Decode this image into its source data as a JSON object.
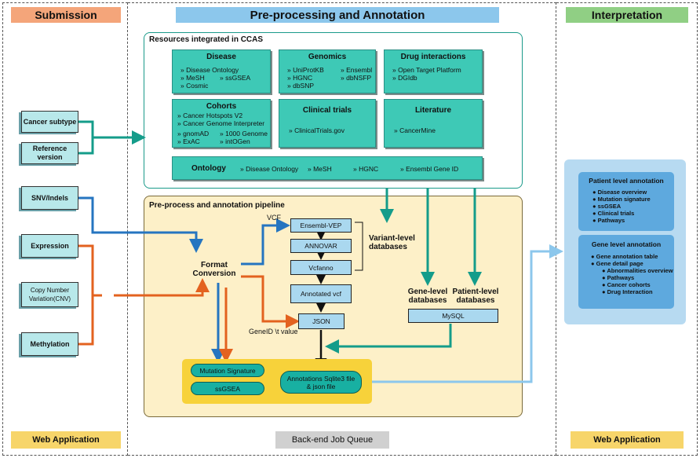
{
  "headers": {
    "submission": "Submission",
    "preprocessing": "Pre-processing and Annotation",
    "interpretation": "Interpretation"
  },
  "footers": {
    "web_app_left": "Web Application",
    "backend": "Back-end Job Queue",
    "web_app_right": "Web Application"
  },
  "inputs": {
    "cancer_subtype": "Cancer subtype",
    "reference_version": "Reference version",
    "snv_indels": "SNV/Indels",
    "expression": "Expression",
    "cnv": "Copy Number Variation(CNV)",
    "methylation": "Methylation"
  },
  "resources": {
    "title": "Resources integrated in CCAS",
    "disease": {
      "title": "Disease",
      "items": [
        "Disease Ontology",
        "MeSH",
        "ssGSEA",
        "Cosmic"
      ]
    },
    "genomics": {
      "title": "Genomics",
      "items": [
        "UniProtKB",
        "Ensembl",
        "HGNC",
        "dbNSFP",
        "dbSNP"
      ]
    },
    "drug": {
      "title": "Drug interactions",
      "items": [
        "Open Target Platform",
        "DGIdb"
      ]
    },
    "cohorts": {
      "title": "Cohorts",
      "items": [
        "Cancer Hotspots V2",
        "Cancer Genome Interpreter",
        "gnomAD",
        "1000 Genome",
        "ExAC",
        "intOGen"
      ]
    },
    "clinical": {
      "title": "Clinical trials",
      "items": [
        "ClinicalTrials.gov"
      ]
    },
    "literature": {
      "title": "Literature",
      "items": [
        "CancerMine"
      ]
    },
    "ontology": {
      "title": "Ontology",
      "items": [
        "Disease Ontology",
        "MeSH",
        "HGNC",
        "Ensembl Gene ID"
      ]
    }
  },
  "pipeline": {
    "title": "Pre-process and annotation pipeline",
    "vcf_label": "VCF",
    "format_conversion": "Format Conversion",
    "ensembl_vep": "Ensembl-VEP",
    "annovar": "ANNOVAR",
    "vcfanno": "Vcfanno",
    "annotated_vcf": "Annotated vcf",
    "json": "JSON",
    "geneid_label": "GeneID \\t value",
    "variant_db": "Variant-level databases",
    "gene_db": "Gene-level databases",
    "patient_db": "Patient-level databases",
    "mysql": "MySQL",
    "mutation_signature": "Mutation Signature",
    "ssgsea": "ssGSEA",
    "annotations": "Annotations Sqlite3 file & json file"
  },
  "interpretation": {
    "patient": {
      "title": "Patient level annotation",
      "items": [
        "Disease overview",
        "Mutation signature",
        "ssGSEA",
        "Clinical trials",
        "Pathways"
      ]
    },
    "gene": {
      "title": "Gene level annotation",
      "items": [
        "Gene annotation table",
        "Gene detail page"
      ],
      "subitems": [
        "Abnormalities overview",
        "Pathways",
        "Cancer cohorts",
        "Drug Interaction"
      ]
    }
  },
  "colors": {
    "teal": "#3ec9b6",
    "orange_arrow": "#e3621f",
    "blue_arrow": "#2575c0",
    "green_arrow": "#149c8a",
    "header_orange": "#f4a57a",
    "header_blue": "#8cc7ec",
    "header_green": "#90cf84",
    "footer_yellow": "#f7d56a",
    "pipeline_bg": "#fdf0c8"
  }
}
